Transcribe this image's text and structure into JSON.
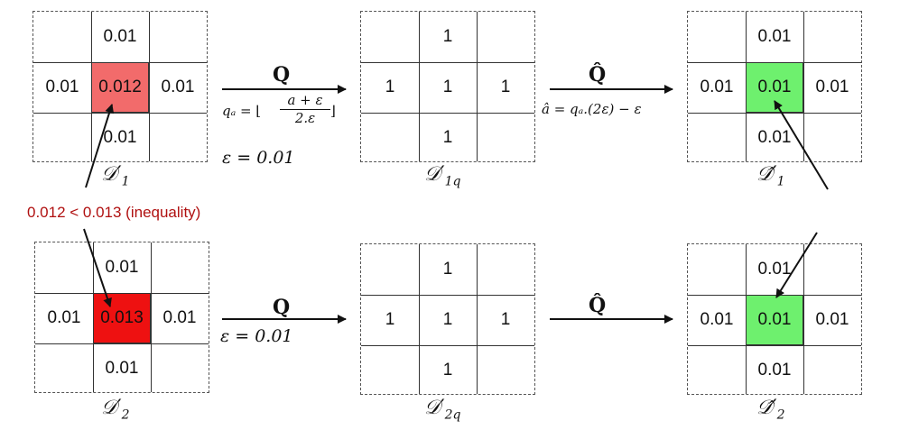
{
  "colors": {
    "d1_center": "#f26b6b",
    "d2_center": "#ee1111",
    "dhat_center": "#6ef06e",
    "inequality_text": "#b01010"
  },
  "grids": {
    "d1": {
      "top": "0.01",
      "left": "0.01",
      "center": "0.012",
      "right": "0.01",
      "bottom": "0.01"
    },
    "d1q": {
      "top": "1",
      "left": "1",
      "center": "1",
      "right": "1",
      "bottom": "1"
    },
    "d1hat": {
      "top": "0.01",
      "left": "0.01",
      "center": "0.01",
      "right": "0.01",
      "bottom": "0.01"
    },
    "d2": {
      "top": "0.01",
      "left": "0.01",
      "center": "0.013",
      "right": "0.01",
      "bottom": "0.01"
    },
    "d2q": {
      "top": "1",
      "left": "1",
      "center": "1",
      "right": "1",
      "bottom": "1"
    },
    "d2hat": {
      "top": "0.01",
      "left": "0.01",
      "center": "0.01",
      "right": "0.01",
      "bottom": "0.01"
    }
  },
  "captions": {
    "d1": {
      "base": "𝒟′",
      "sub": "1"
    },
    "d1q": {
      "base": "𝒟′",
      "sub": "1q"
    },
    "d1hat": {
      "base": "𝒟̂′",
      "sub": "1"
    },
    "d2": {
      "base": "𝒟′",
      "sub": "2"
    },
    "d2q": {
      "base": "𝒟′",
      "sub": "2q"
    },
    "d2hat": {
      "base": "𝒟̂′",
      "sub": "2"
    }
  },
  "arrows": {
    "q_label": "Q",
    "qhat_label": "Q̂",
    "q_formula_lhs": "qₐ =",
    "q_formula_num": "a + ε",
    "q_formula_den": "2.ε",
    "epsilon_top": "ε = 0.01",
    "epsilon_bottom": "ε = 0.01",
    "qhat_formula": "â = qₐ.(2ε) − ε"
  },
  "inequality": "0.012 < 0.013 (inequality)"
}
